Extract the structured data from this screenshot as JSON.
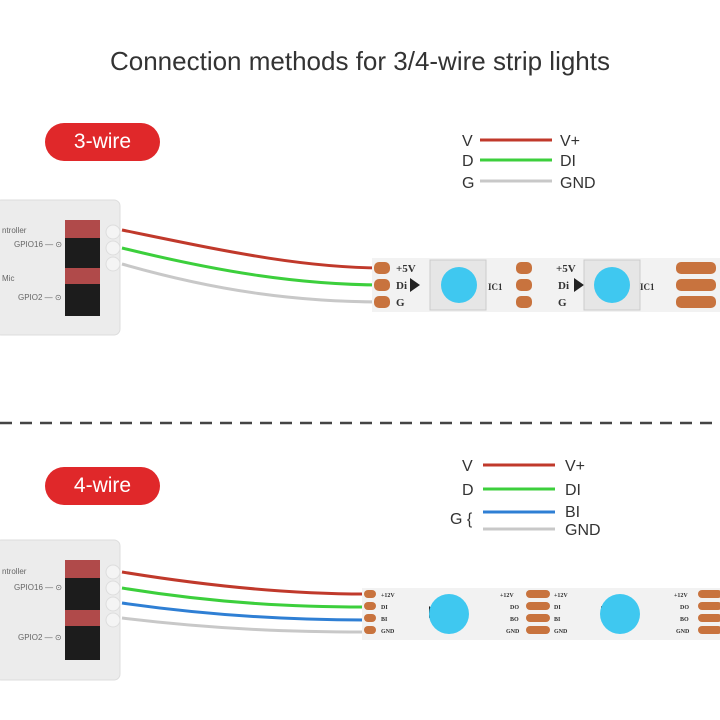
{
  "title": "Connection methods for 3/4-wire strip lights",
  "colors": {
    "badge": "#e0282a",
    "v_wire": "#c0392b",
    "d_wire": "#3ccf3c",
    "g_wire": "#c8c8c8",
    "b_wire": "#2f7fd4",
    "led": "#3fc8f0",
    "pad": "#c8733e"
  },
  "three_wire": {
    "badge": "3-wire",
    "legend": [
      {
        "left": "V",
        "right": "V+"
      },
      {
        "left": "D",
        "right": "DI"
      },
      {
        "left": "G",
        "right": "GND"
      }
    ],
    "controller": {
      "label": "ntroller",
      "gpio_a": "GPIO16 — ⊙",
      "gpio_b": "GPIO2 — ⊙",
      "mic": "Mic"
    },
    "strip": {
      "pad_v": "+5V",
      "pad_d": "Di",
      "pad_g": "G",
      "ic": "IC1"
    }
  },
  "four_wire": {
    "badge": "4-wire",
    "legend": [
      {
        "left": "V",
        "right": "V+"
      },
      {
        "left": "D",
        "right": "DI"
      },
      {
        "left": "G {",
        "right": "BI"
      },
      {
        "left": "",
        "right": "GND"
      }
    ],
    "controller": {
      "label": "ntroller",
      "gpio_a": "GPIO16 — ⊙",
      "gpio_b": "GPIO2 — ⊙"
    },
    "strip": {
      "pad_v": "+12V",
      "pad_d": "DI",
      "pad_b": "BI",
      "pad_g": "GND",
      "pad_do": "DO",
      "pad_bo": "BO"
    }
  }
}
